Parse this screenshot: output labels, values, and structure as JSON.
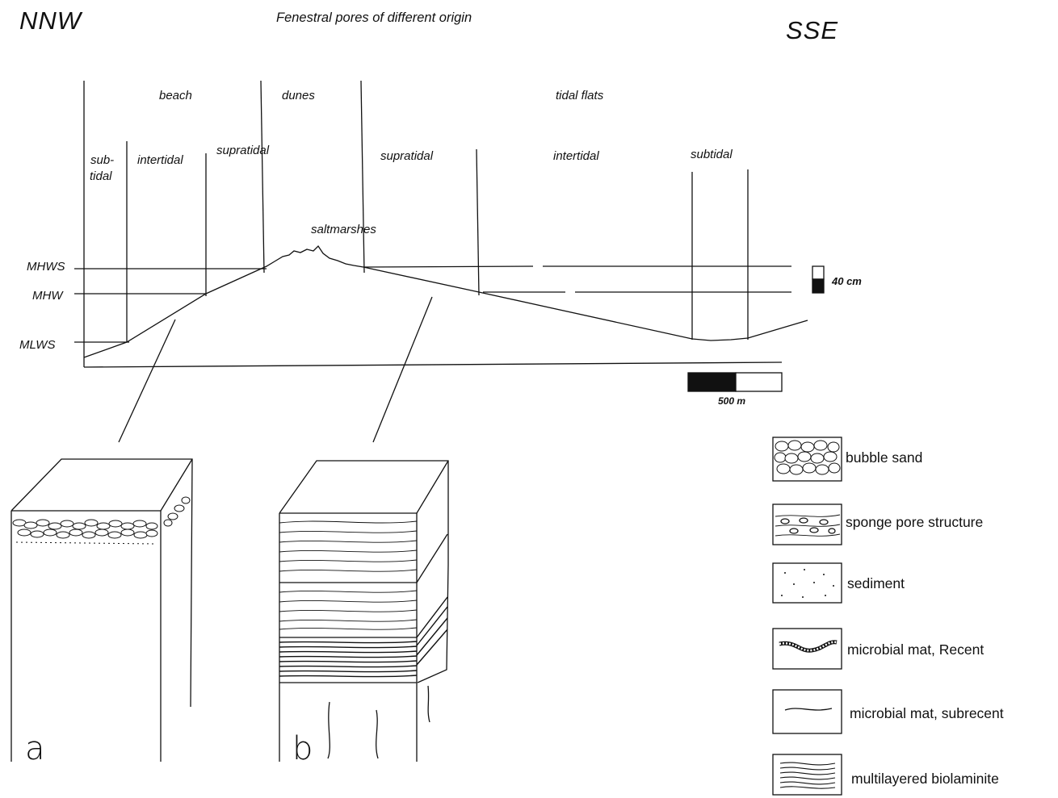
{
  "orientation": {
    "left": "NNW",
    "right": "SSE"
  },
  "title": "Fenestral pores of different origin",
  "zones_top": {
    "beach": "beach",
    "dunes": "dunes",
    "tidal_flats": "tidal flats"
  },
  "zones_sub": {
    "subtidal_left": [
      "sub-",
      "tidal"
    ],
    "intertidal_left": "intertidal",
    "supratidal_left": "supratidal",
    "supratidal_right": "supratidal",
    "intertidal_right": "intertidal",
    "subtidal_right": "subtidal"
  },
  "saltmarshes": "saltmarshes",
  "tide_levels": {
    "mhws": "MHWS",
    "mhw": "MHW",
    "mlws": "MLWS"
  },
  "vertical_scale": "40 cm",
  "horizontal_scale": "500 m",
  "panels": {
    "a": "a",
    "b": "b"
  },
  "legend": [
    {
      "key": "bubble-sand",
      "label": "bubble sand"
    },
    {
      "key": "sponge-pore",
      "label": "sponge pore structure"
    },
    {
      "key": "sediment",
      "label": "sediment"
    },
    {
      "key": "mat-recent",
      "label": "microbial mat, Recent"
    },
    {
      "key": "mat-subrecent",
      "label": "microbial mat, subrecent"
    },
    {
      "key": "biolaminite",
      "label": "multilayered biolaminite"
    }
  ]
}
